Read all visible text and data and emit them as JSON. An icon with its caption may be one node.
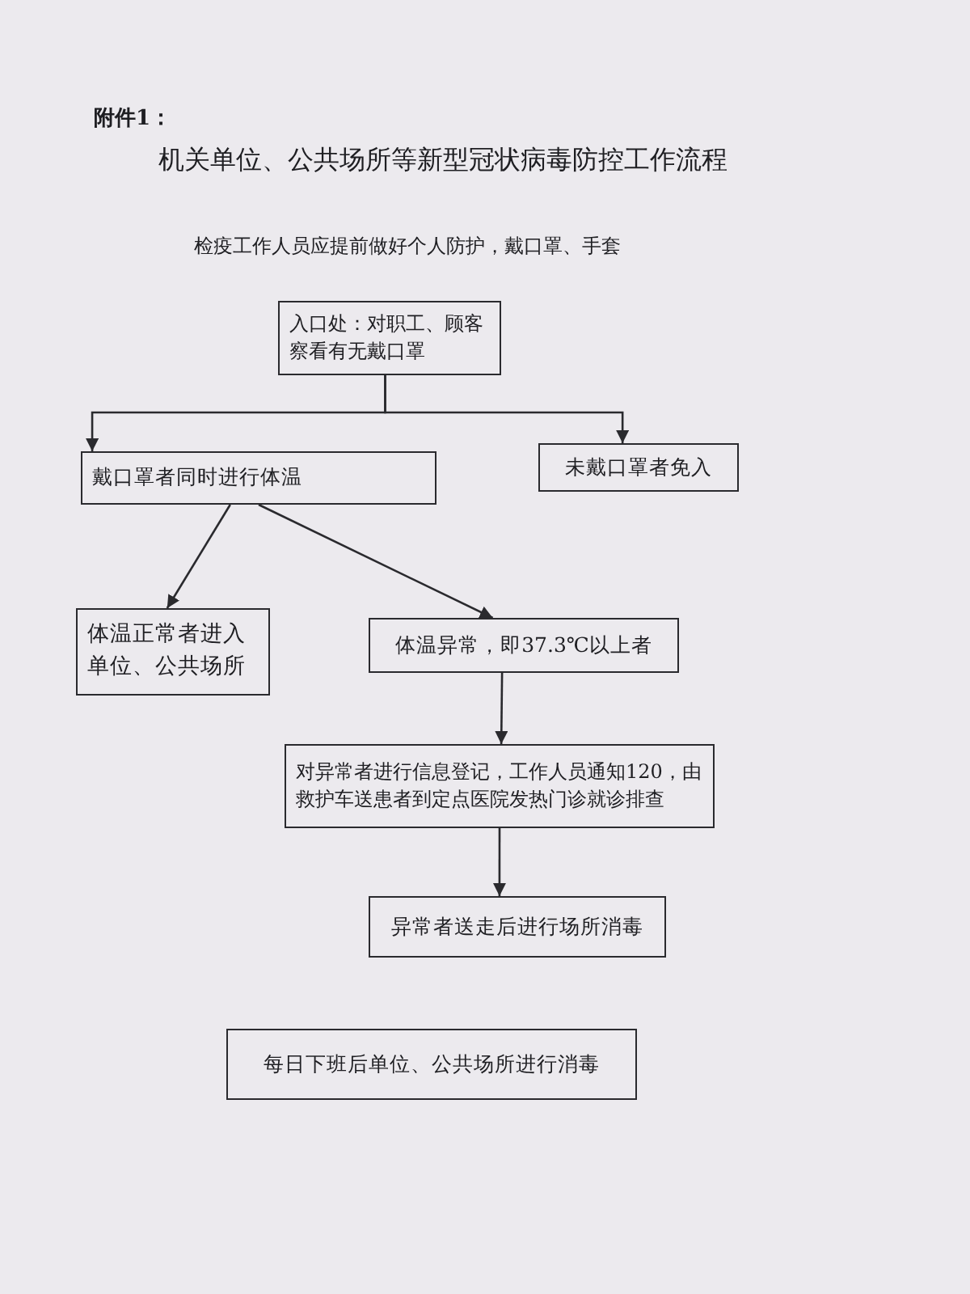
{
  "diagram": {
    "title": "机关单位、公共场所等新型冠状病毒防控工作流程",
    "nodes": [
      {
        "text": [
          "入口处：对职工、顾客察看有无戴口罩"
        ]
      },
      {
        "text": [
          "戴口罩者同时进行体温"
        ]
      },
      {
        "text": [
          "未戴口罩者免入"
        ]
      },
      {
        "text": [
          "体温正常者进入单位、公共场所"
        ]
      },
      {
        "text": [
          "体温异常，即37.3℃以上者"
        ]
      },
      {
        "text": [
          "对异常者进行信息登记，工作人员通知120，由救护车送患者到定点医院发热门诊就诊排查"
        ]
      },
      {
        "text": [
          "异常者送走后进行场所消毒"
        ]
      },
      {
        "text": [
          "每日下班后单位、公共场所进行消毒"
        ]
      }
    ],
    "edges": [
      {
        "from": 0,
        "to": 1,
        "arrow": "to"
      },
      {
        "from": 0,
        "to": 2,
        "arrow": "to"
      },
      {
        "from": 1,
        "to": 3,
        "arrow": "to"
      },
      {
        "from": 1,
        "to": 4,
        "arrow": "to"
      },
      {
        "from": 4,
        "to": 5,
        "arrow": "to"
      },
      {
        "from": 5,
        "to": 6,
        "arrow": "to"
      }
    ],
    "labels": [
      "附件1：",
      "检疫工作人员应提前做好个人防护，戴口罩、手套"
    ]
  }
}
